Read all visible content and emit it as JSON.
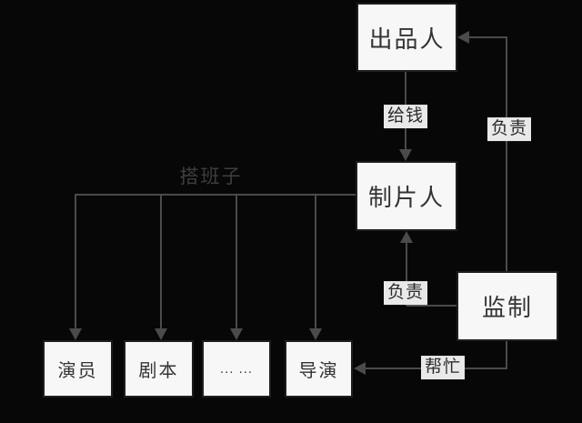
{
  "diagram": {
    "nodes": {
      "chupinren": {
        "label": "出品人"
      },
      "zhipianren": {
        "label": "制片人"
      },
      "jianzhi": {
        "label": "监制"
      },
      "yanyuan": {
        "label": "演员"
      },
      "juben": {
        "label": "剧本"
      },
      "ellipsis": {
        "label": "... ..."
      },
      "daoyan": {
        "label": "导演"
      }
    },
    "edges": {
      "geiqian": {
        "label": "给钱",
        "from": "出品人",
        "to": "制片人"
      },
      "fuze_top": {
        "label": "负责",
        "from": "监制",
        "to": "出品人"
      },
      "fuze_mid": {
        "label": "负责",
        "from": "监制",
        "to": "制片人"
      },
      "dabanzi": {
        "label": "搭班子",
        "from": "制片人",
        "to": "演员 剧本 ... ... 导演"
      },
      "bangmang": {
        "label": "帮忙",
        "from": "监制",
        "to": "导演"
      }
    }
  },
  "theme": {
    "canvas_bg": "#070707",
    "line_color": "#4a4a4a",
    "box_fill": "#f7f7f7",
    "box_border": "#1e1e1e",
    "box_text": "#333333",
    "label_bg": "#e9e9e9",
    "label_text": "#2b2b2b",
    "faded_text": "#3e3e3e"
  }
}
